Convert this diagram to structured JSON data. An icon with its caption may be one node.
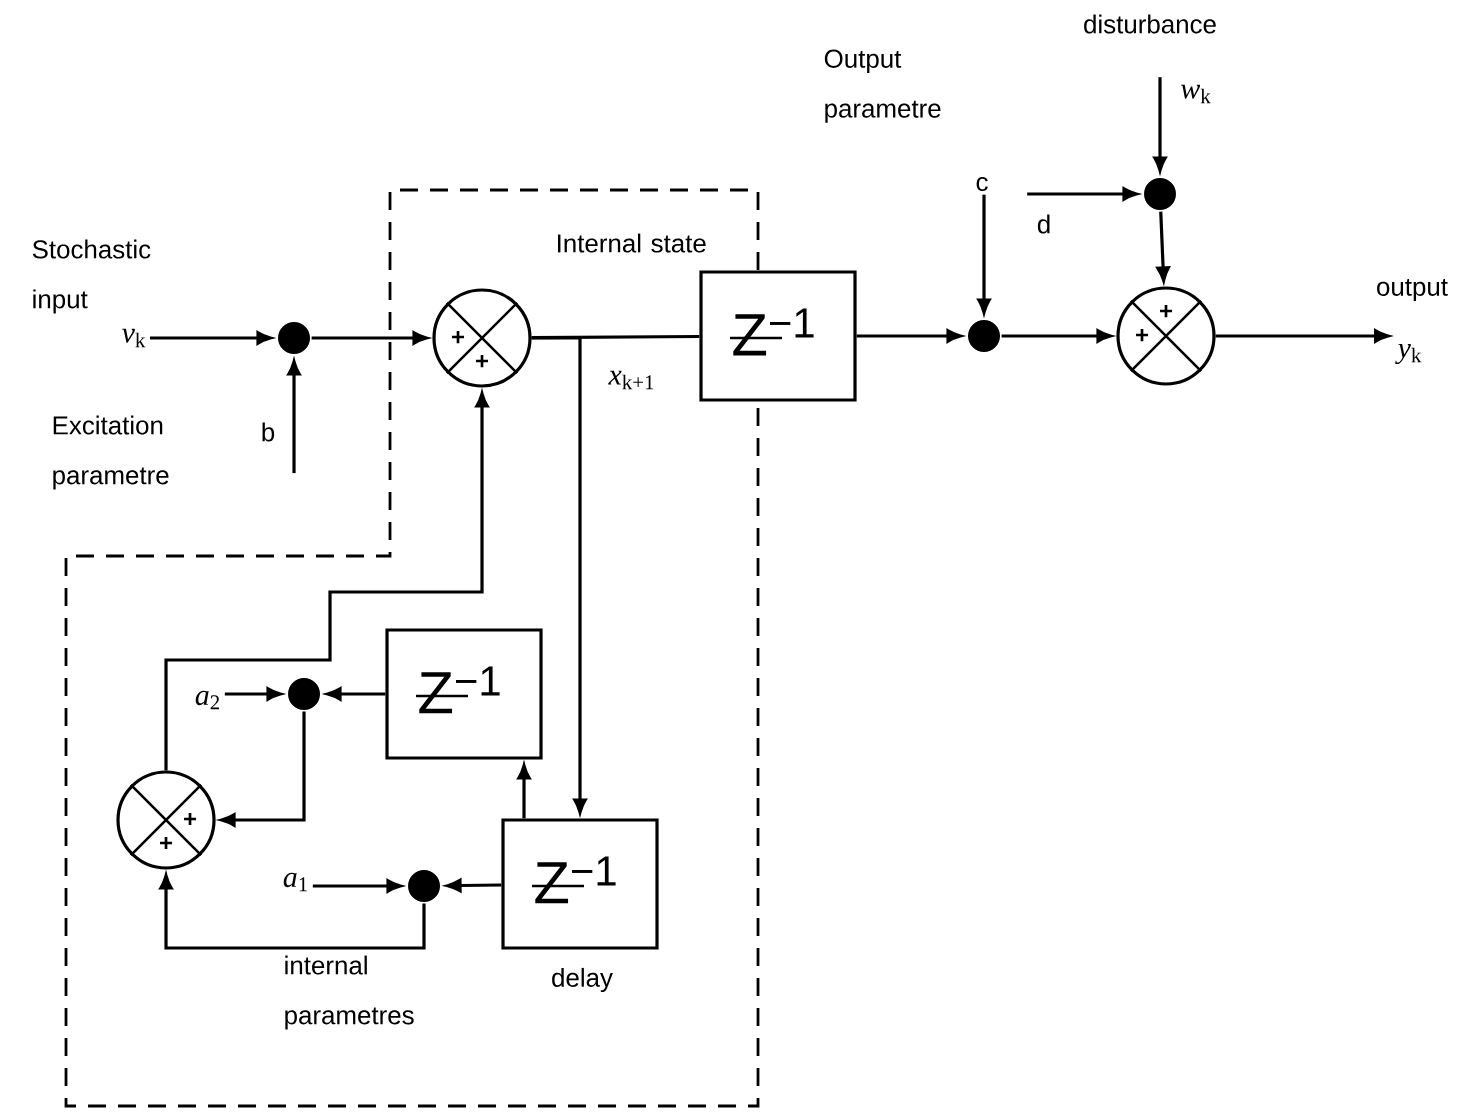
{
  "diagram": {
    "nodes": [
      {
        "text": [
          "*v*$_{k}$"
        ]
      },
      {
        "text": [],
        "shape": "circle"
      },
      {
        "text": [
          "b"
        ]
      },
      {
        "text": [
          "+",
          "+"
        ]
      },
      {
        "text": [
          "Z$^{−1}$"
        ]
      },
      {
        "text": [],
        "shape": "circle"
      },
      {
        "text": [
          "c"
        ]
      },
      {
        "text": [
          "d"
        ]
      },
      {
        "text": [],
        "shape": "circle"
      },
      {
        "text": [
          "*w*$_{k}$"
        ]
      },
      {
        "text": [
          "+",
          "+"
        ]
      },
      {
        "text": [
          "*y*$_{k}$"
        ]
      },
      {
        "text": [
          "+",
          "+"
        ]
      },
      {
        "text": [],
        "shape": "circle"
      },
      {
        "text": [
          "*a*$_{2}$"
        ]
      },
      {
        "text": [
          "Z$^{−1}$"
        ]
      },
      {
        "text": [
          "Z$^{−1}$"
        ],
        "beside": [
          "delay"
        ]
      },
      {
        "text": [],
        "shape": "circle"
      },
      {
        "text": [
          "*a*$_{1}$"
        ]
      }
    ],
    "edges": [
      {
        "from": 0,
        "to": 1,
        "arrow": "to"
      },
      {
        "from": 2,
        "to": 1,
        "arrow": "to"
      },
      {
        "from": 1,
        "to": 3,
        "arrow": "to"
      },
      {
        "from": 3,
        "to": 4,
        "arrow": "none"
      },
      {
        "from": 3,
        "to": 16,
        "arrow": "to"
      },
      {
        "from": 4,
        "to": 5,
        "arrow": "to"
      },
      {
        "from": 6,
        "to": 5,
        "arrow": "to"
      },
      {
        "from": 5,
        "to": 10,
        "arrow": "to"
      },
      {
        "from": 7,
        "to": 8,
        "arrow": "to"
      },
      {
        "from": 9,
        "to": 8,
        "arrow": "to"
      },
      {
        "from": 8,
        "to": 10,
        "arrow": "to"
      },
      {
        "from": 10,
        "to": 11,
        "arrow": "to"
      },
      {
        "from": 16,
        "to": 15,
        "arrow": "to"
      },
      {
        "from": 15,
        "to": 13,
        "arrow": "to"
      },
      {
        "from": 14,
        "to": 13,
        "arrow": "to"
      },
      {
        "from": 13,
        "to": 12,
        "arrow": "to"
      },
      {
        "from": 16,
        "to": 17,
        "arrow": "to"
      },
      {
        "from": 18,
        "to": 17,
        "arrow": "to"
      },
      {
        "from": 17,
        "to": 12,
        "arrow": "to"
      },
      {
        "from": 12,
        "to": 3,
        "arrow": "to"
      }
    ],
    "labels": [
      "disturbance",
      "Output parametre",
      "Internal state",
      "Stochastic input",
      "output",
      "*x*$_{k+1}$",
      "Excitation parametre",
      "internal parametres"
    ]
  }
}
